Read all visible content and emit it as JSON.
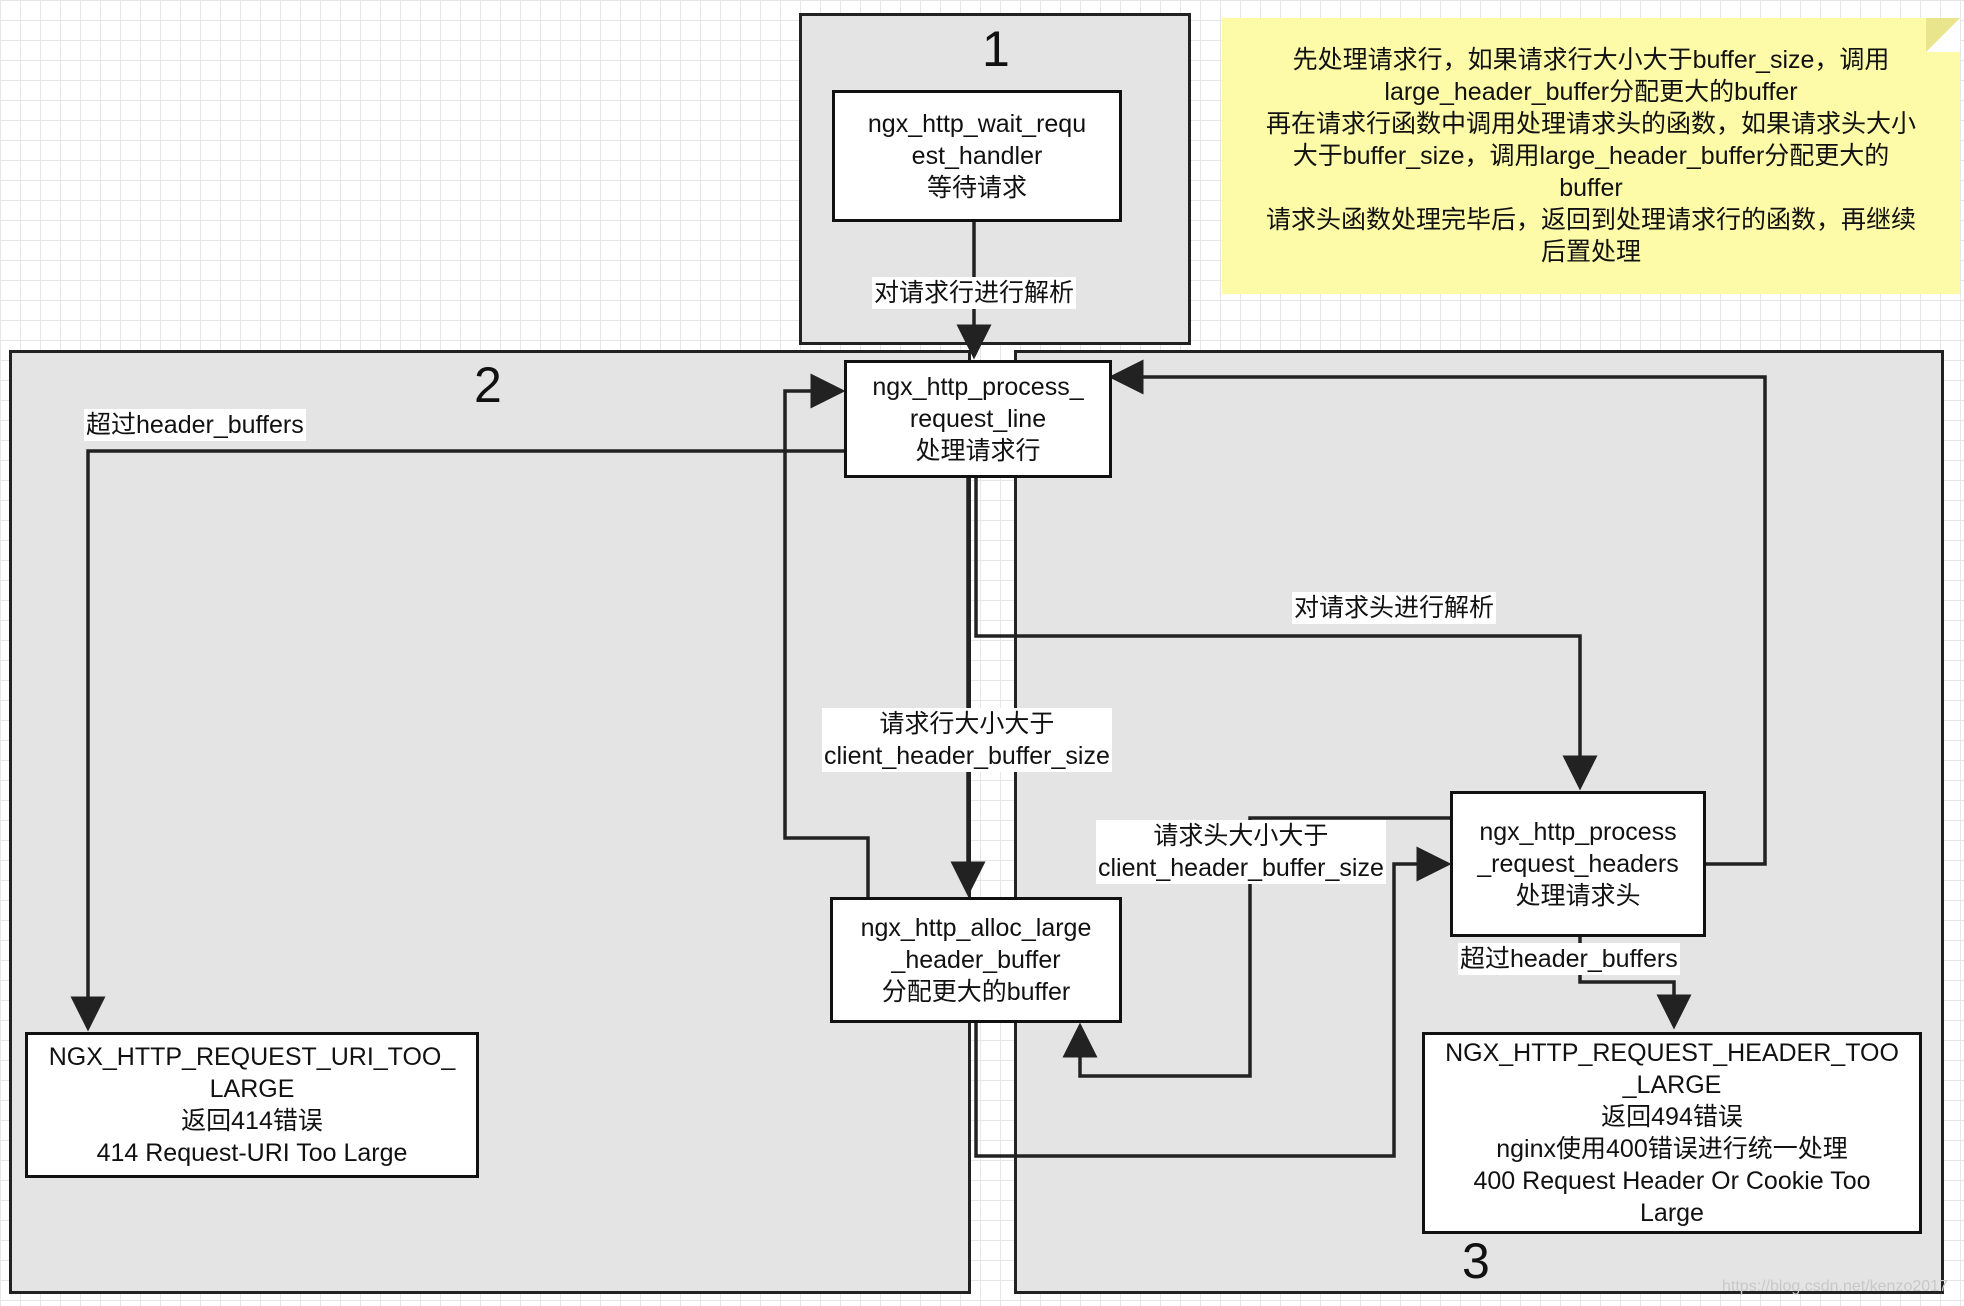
{
  "regions": {
    "r1": "1",
    "r2": "2",
    "r3": "3"
  },
  "nodes": {
    "wait": [
      "ngx_http_wait_requ",
      "est_handler",
      "等待请求"
    ],
    "process_line": [
      "ngx_http_process_",
      "request_line",
      "处理请求行"
    ],
    "alloc": [
      "ngx_http_alloc_large",
      "_header_buffer",
      "分配更大的buffer"
    ],
    "process_headers": [
      "ngx_http_process",
      "_request_headers",
      "处理请求头"
    ],
    "uri_too_large": [
      "NGX_HTTP_REQUEST_URI_TOO_",
      "LARGE",
      "返回414错误",
      "414 Request-URI Too Large"
    ],
    "header_too_large": [
      "NGX_HTTP_REQUEST_HEADER_TOO",
      "_LARGE",
      "返回494错误",
      "nginx使用400错误进行统一处理",
      "400 Request Header Or Cookie Too",
      "Large"
    ]
  },
  "edge_labels": {
    "parse_line": [
      "对请求行进行解析"
    ],
    "exceed_left": [
      "超过header_buffers"
    ],
    "parse_headers": [
      "对请求头进行解析"
    ],
    "line_too_big": [
      "请求行大小大于",
      "client_header_buffer_size"
    ],
    "header_too_big": [
      "请求头大小大于",
      "client_header_buffer_size"
    ],
    "exceed_right": [
      "超过header_buffers"
    ]
  },
  "note": [
    "先处理请求行，如果请求行大小大于buffer_size，调用",
    "large_header_buffer分配更大的buffer",
    "再在请求行函数中调用处理请求头的函数，如果请求头大小",
    "大于buffer_size，调用large_header_buffer分配更大的",
    "buffer",
    "请求头函数处理完毕后，返回到处理请求行的函数，再继续",
    "后置处理"
  ],
  "watermark": "https://blog.csdn.net/kenzo2017",
  "colors": {
    "region_fill": "#e4e4e4",
    "note_fill": "#fdfba8",
    "line": "#222222"
  }
}
